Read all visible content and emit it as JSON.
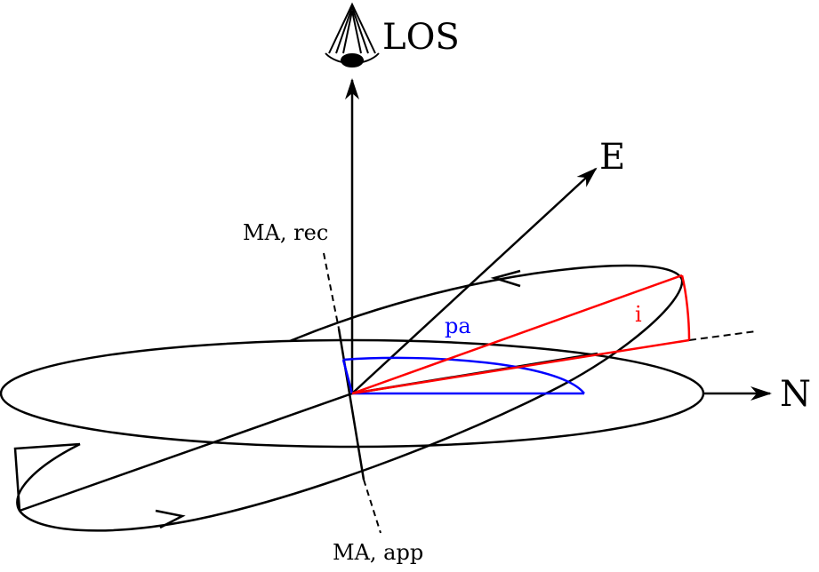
{
  "labels": {
    "los": "LOS",
    "east": "E",
    "north": "N",
    "ma_rec": "MA, rec",
    "ma_app": "MA, app",
    "pa": "pa",
    "i": "i"
  },
  "colors": {
    "ink": "#000000",
    "pa_arc": "#0000ff",
    "inclination": "#ff0000"
  },
  "icons": {
    "observer": "eye-icon"
  }
}
